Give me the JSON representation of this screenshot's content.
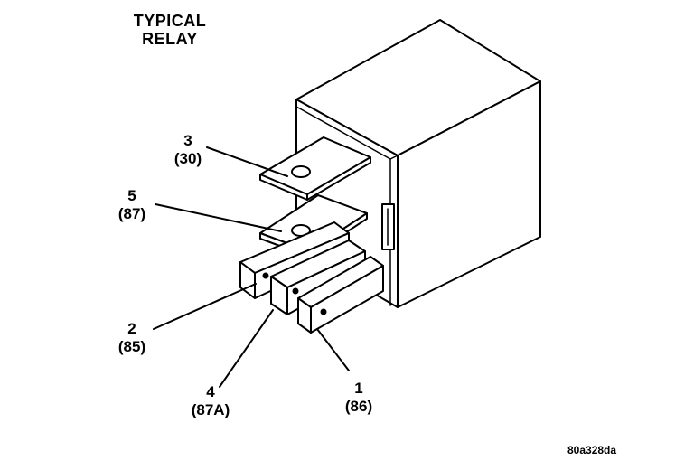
{
  "title": {
    "line1": "TYPICAL",
    "line2": "RELAY"
  },
  "terminals": [
    {
      "key": "t3",
      "number": "3",
      "code": "(30)"
    },
    {
      "key": "t5",
      "number": "5",
      "code": "(87)"
    },
    {
      "key": "t2",
      "number": "2",
      "code": "(85)"
    },
    {
      "key": "t4",
      "number": "4",
      "code": "(87A)"
    },
    {
      "key": "t1",
      "number": "1",
      "code": "(86)"
    }
  ],
  "figure_code": "80a328da"
}
